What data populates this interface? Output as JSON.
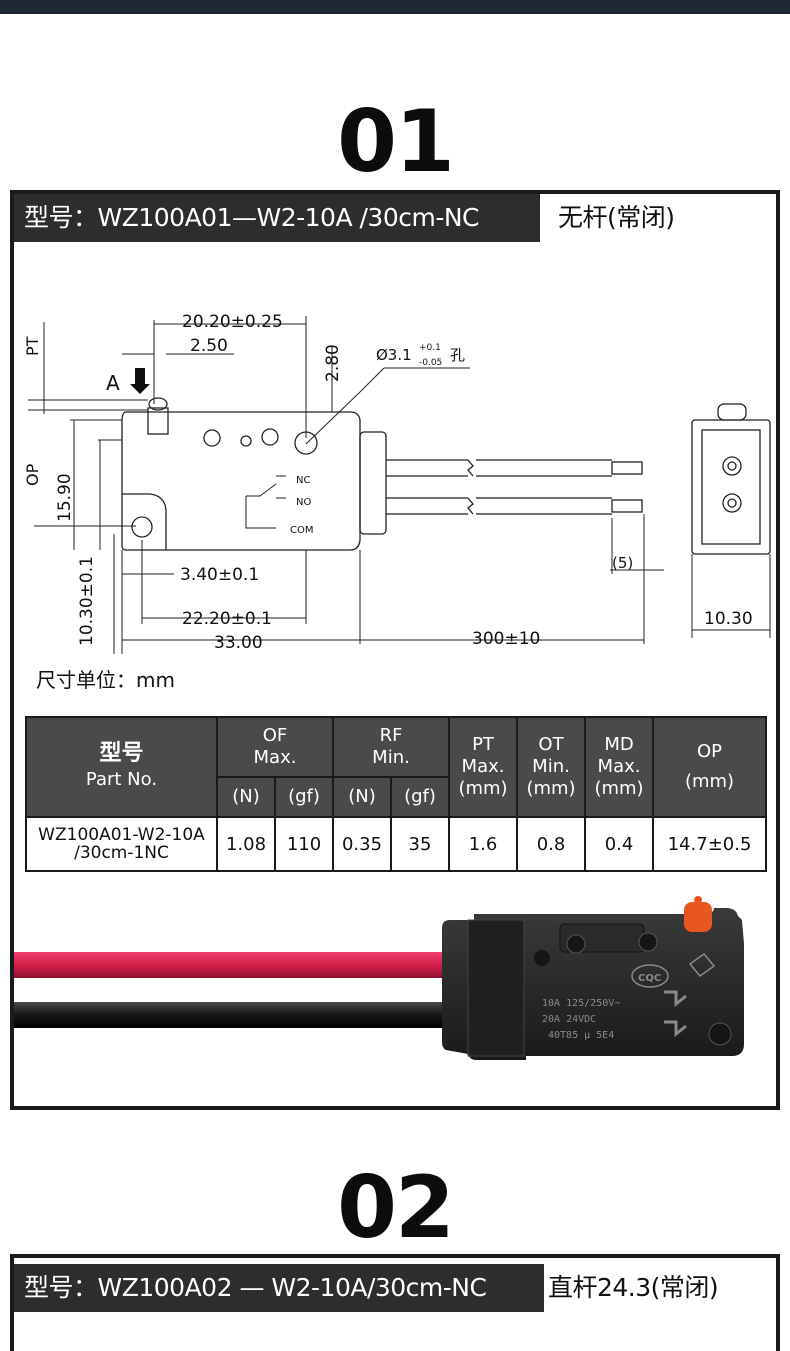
{
  "sections": [
    {
      "number": "01",
      "model_prefix": "型号：",
      "model": "WZ100A01—W2-10A /30cm-NC",
      "variant": "无杆(常闭)",
      "drawing": {
        "dim_20_20": "20.20±0.25",
        "dim_2_50": "2.50",
        "dim_2_80": "2.80",
        "hole": "Ø3.1",
        "hole_tol_upper": "+0.1",
        "hole_tol_lower": "-0.05",
        "hole_unit": "孔",
        "pt": "PT",
        "op": "OP",
        "arrow_a": "A",
        "dim_15_90": "15.90",
        "dim_10_30_tol": "10.30±0.1",
        "dim_3_40": "3.40±0.1",
        "dim_22_20": "22.20±0.1",
        "dim_33_00": "33.00",
        "dim_300": "300±10",
        "dim_5": "(5)",
        "dim_10_30": "10.30",
        "nc": "NC",
        "no": "NO",
        "com": "COM"
      },
      "unit_label": "尺寸单位：mm",
      "table": {
        "part_header_cn": "型号",
        "part_header_en": "Part No.",
        "of_label": "OF",
        "of_sub": "Max.",
        "rf_label": "RF",
        "rf_sub": "Min.",
        "pt_label": "PT",
        "pt_sub": "Max.",
        "pt_unit": "(mm)",
        "ot_label": "OT",
        "ot_sub": "Min.",
        "ot_unit": "(mm)",
        "md_label": "MD",
        "md_sub": "Max.",
        "md_unit": "(mm)",
        "op_label": "OP",
        "op_unit": "(mm)",
        "unit_n": "(N)",
        "unit_gf": "(gf)",
        "row": {
          "part_line1": "WZ100A01-W2-10A",
          "part_line2": "/30cm-1NC",
          "of_n": "1.08",
          "of_gf": "110",
          "rf_n": "0.35",
          "rf_gf": "35",
          "pt": "1.6",
          "ot": "0.8",
          "md": "0.4",
          "op": "14.7±0.5"
        }
      },
      "product_print": {
        "rating_line1": "10A 125/250V~",
        "rating_line2": "20A 24VDC",
        "rating_line3": "40T85  µ 5E4",
        "cqc": "CQC"
      }
    },
    {
      "number": "02",
      "model_prefix": "型号：",
      "model": "WZ100A02 — W2-10A/30cm-NC",
      "variant": "直杆24.3(常闭)"
    }
  ],
  "colors": {
    "header_dark": "#2d2d2d",
    "table_header": "#4a4a4a",
    "wire_red": "#d4204a",
    "wire_black": "#161616",
    "actuator_orange": "#e8571f",
    "switch_body": "#262626"
  }
}
